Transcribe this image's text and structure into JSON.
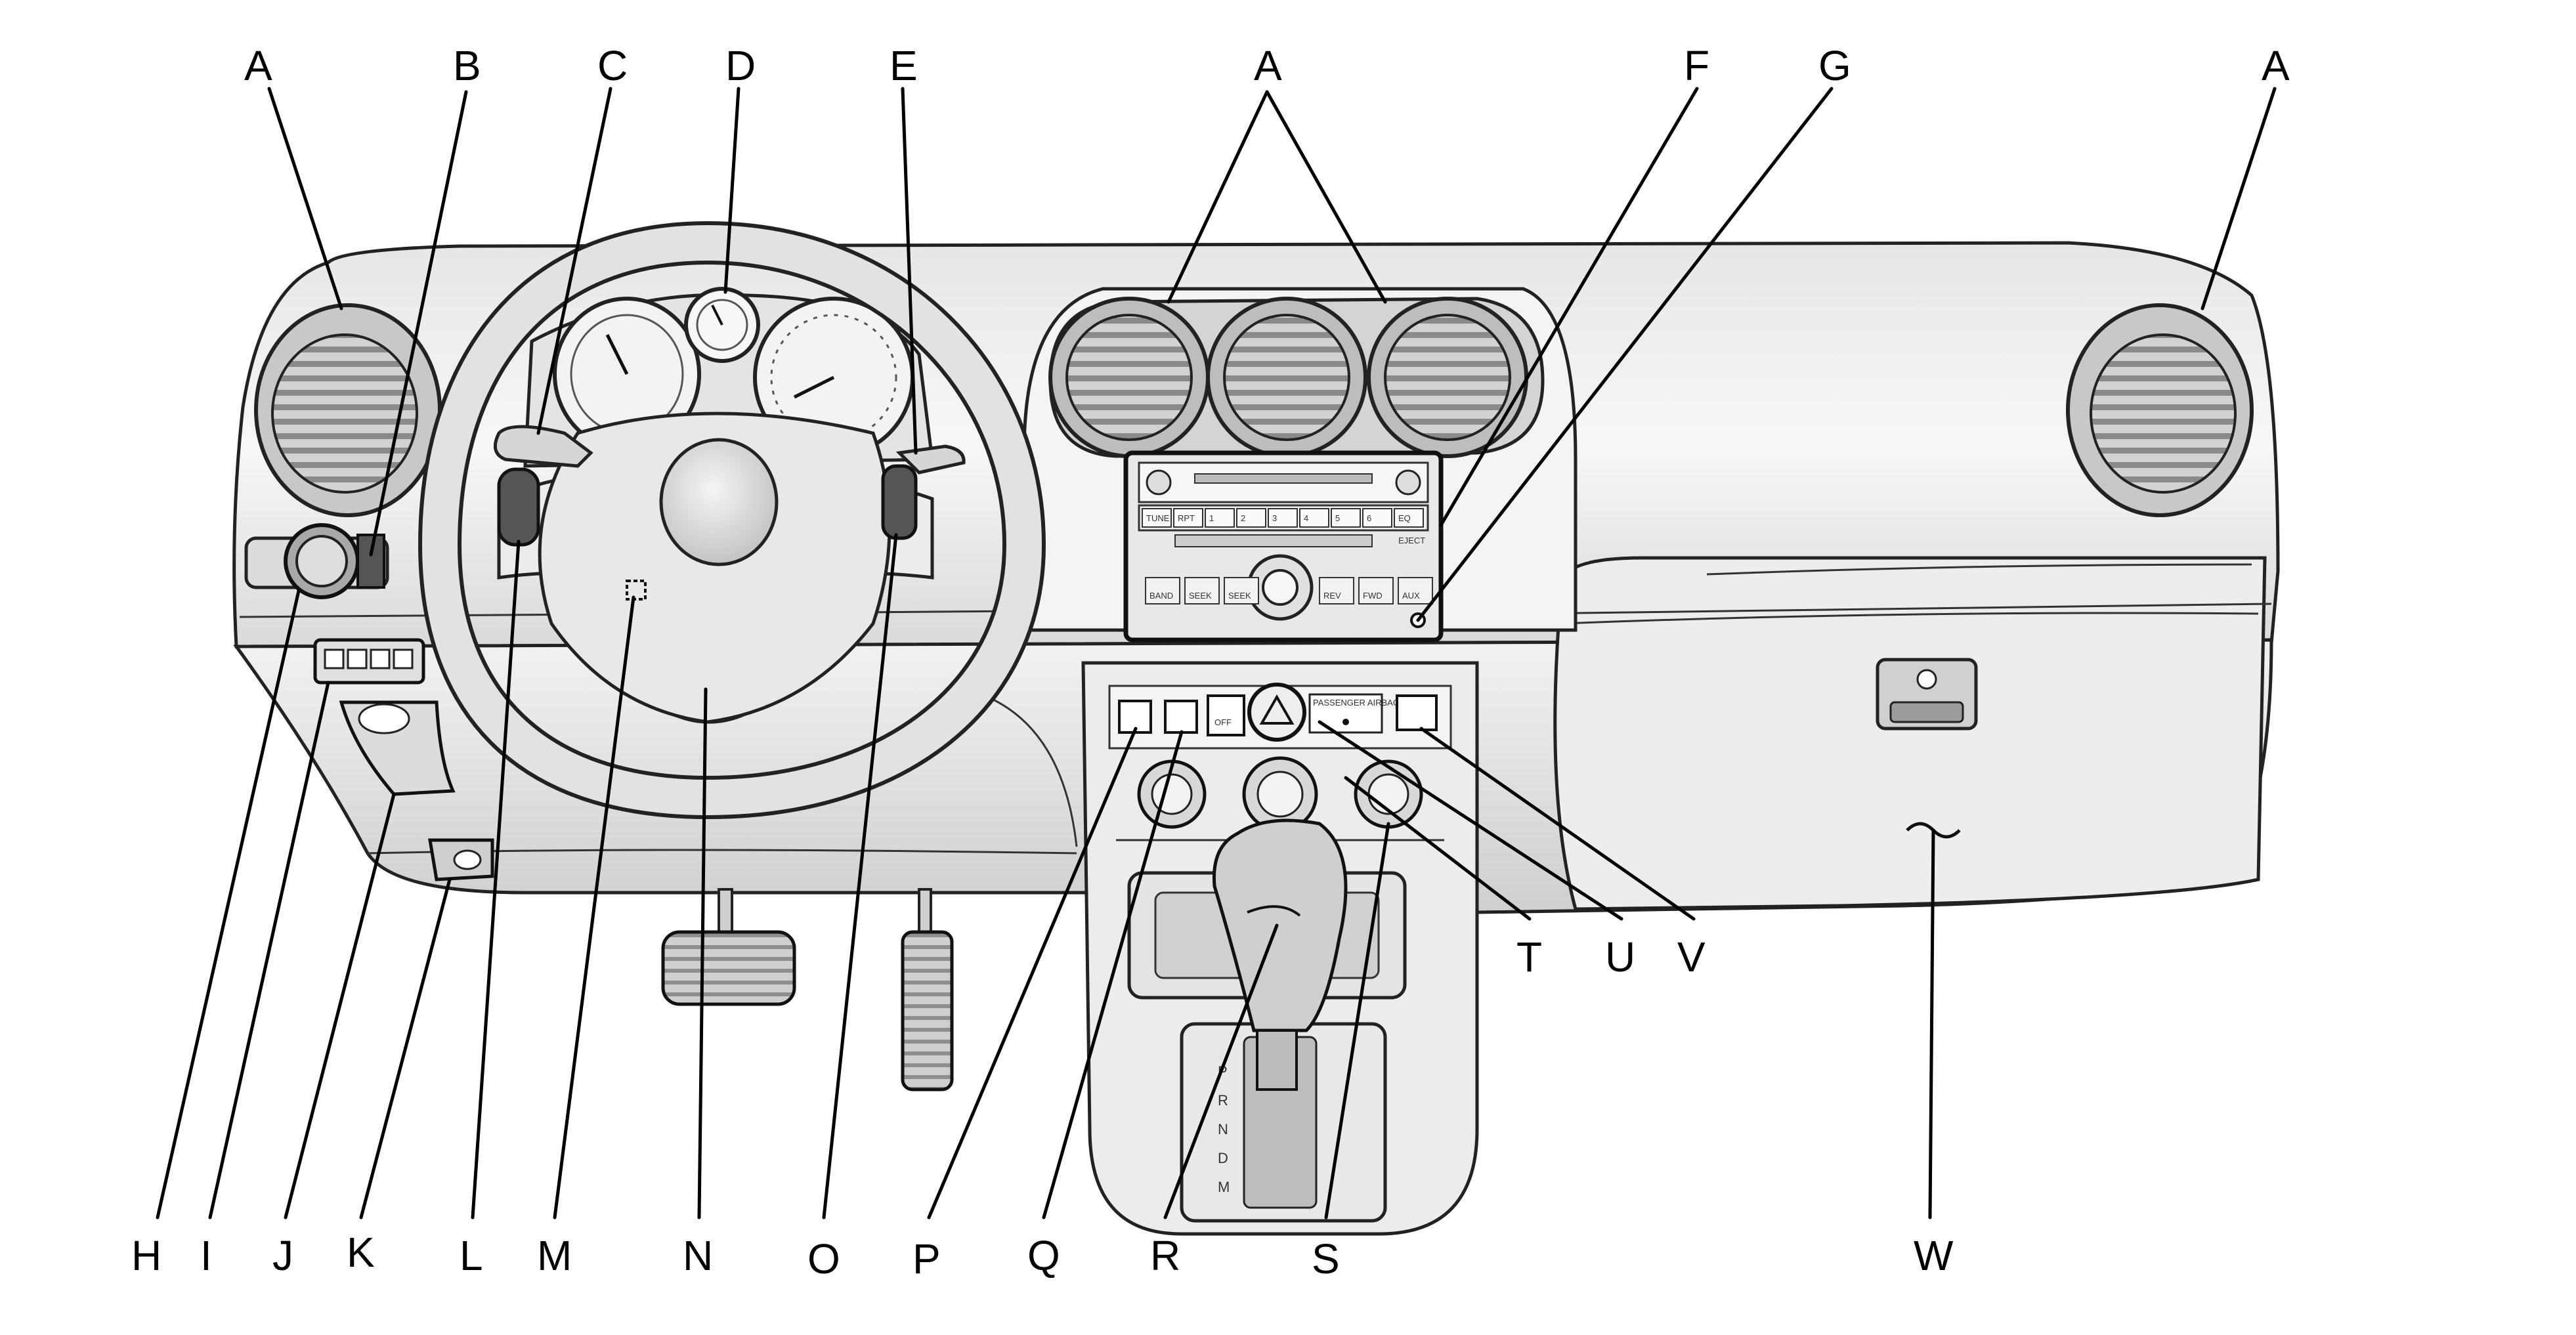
{
  "callouts": [
    {
      "id": "a1",
      "label": "A"
    },
    {
      "id": "b",
      "label": "B"
    },
    {
      "id": "c",
      "label": "C"
    },
    {
      "id": "d",
      "label": "D"
    },
    {
      "id": "e",
      "label": "E"
    },
    {
      "id": "a2",
      "label": "A"
    },
    {
      "id": "f",
      "label": "F"
    },
    {
      "id": "g",
      "label": "G"
    },
    {
      "id": "a3",
      "label": "A"
    },
    {
      "id": "h",
      "label": "H"
    },
    {
      "id": "i",
      "label": "I"
    },
    {
      "id": "j",
      "label": "J"
    },
    {
      "id": "k",
      "label": "K"
    },
    {
      "id": "l",
      "label": "L"
    },
    {
      "id": "m",
      "label": "M"
    },
    {
      "id": "n",
      "label": "N"
    },
    {
      "id": "o",
      "label": "O"
    },
    {
      "id": "p",
      "label": "P"
    },
    {
      "id": "q",
      "label": "Q"
    },
    {
      "id": "r",
      "label": "R"
    },
    {
      "id": "s",
      "label": "S"
    },
    {
      "id": "t",
      "label": "T"
    },
    {
      "id": "u",
      "label": "U"
    },
    {
      "id": "v",
      "label": "V"
    },
    {
      "id": "w",
      "label": "W"
    }
  ],
  "radio": {
    "buttons": [
      "TUNE",
      "RPT",
      "1",
      "2",
      "3",
      "4",
      "5",
      "6",
      "EQ"
    ],
    "lower_buttons": [
      "BAND",
      "SEEK",
      "SEEK",
      "REV",
      "FWD",
      "AUX"
    ],
    "eject_label": "EJECT"
  },
  "console": {
    "airbag_label": "PASSENGER AIRBAG",
    "off_label": "OFF"
  },
  "shifter_letters": [
    "P",
    "R",
    "N",
    "D",
    "M"
  ],
  "colors": {
    "line": "#000000",
    "dash_fill": "#f0f0f0",
    "shade": "#d8d8d8",
    "dark": "#9a9a9a"
  }
}
